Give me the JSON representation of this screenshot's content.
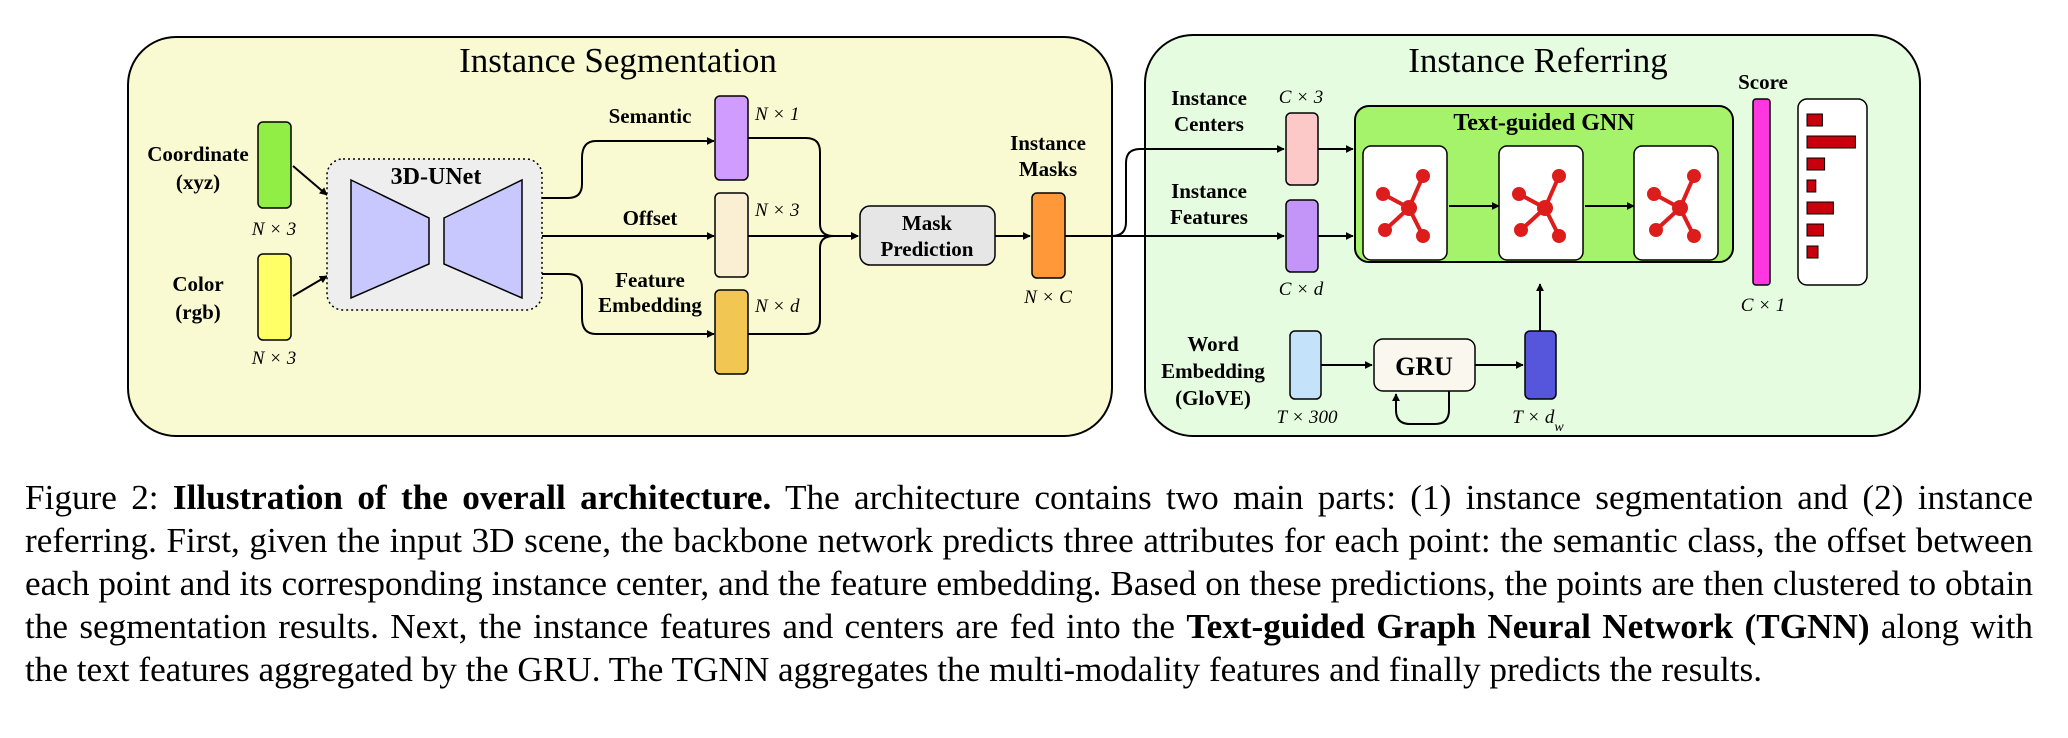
{
  "diagram": {
    "segmentation": {
      "title": "Instance Segmentation",
      "inputs": {
        "coordinate_label_1": "Coordinate",
        "coordinate_label_2": "(xyz)",
        "coordinate_dim": "N × 3",
        "color_label_1": "Color",
        "color_label_2": "(rgb)",
        "color_dim": "N × 3"
      },
      "backbone": "3D-UNet",
      "heads": {
        "semantic_label": "Semantic",
        "semantic_dim": "N × 1",
        "offset_label": "Offset",
        "offset_dim": "N × 3",
        "feature_label_1": "Feature",
        "feature_label_2": "Embedding",
        "feature_dim": "N × d"
      },
      "mask_prediction_1": "Mask",
      "mask_prediction_2": "Prediction",
      "masks_label_1": "Instance",
      "masks_label_2": "Masks",
      "masks_dim": "N × C"
    },
    "referring": {
      "title": "Instance Referring",
      "centers_label_1": "Instance",
      "centers_label_2": "Centers",
      "centers_dim": "C × 3",
      "features_label_1": "Instance",
      "features_label_2": "Features",
      "features_dim": "C × d",
      "gnn_title": "Text-guided GNN",
      "word_label_1": "Word",
      "word_label_2": "Embedding",
      "word_label_3": "(GloVE)",
      "word_dim": "T × 300",
      "gru": "GRU",
      "gru_out_dim": "T × d_w",
      "score_label": "Score",
      "score_dim": "C × 1",
      "score_bars": [
        0.28,
        0.88,
        0.32,
        0.16,
        0.48,
        0.3,
        0.2
      ]
    },
    "colors": {
      "seg_panel": "#fafad2",
      "ref_panel": "#e6fce0",
      "gnn_panel": "#a5f36b",
      "coordinate": "#90ee45",
      "color": "#ffff66",
      "unet": "#c8c8ff",
      "semantic": "#d09cff",
      "offset": "#fbefd3",
      "feature": "#f2c652",
      "masks": "#ff9838",
      "centers": "#fcc8c8",
      "features": "#c495f9",
      "word": "#c4e3fa",
      "gru_out": "#5656dc",
      "score": "#ff37e0",
      "bars": "#c8000e",
      "graph_nodes": "#dd1c1c"
    }
  },
  "caption": {
    "figure_label": "Figure 2: ",
    "bold_title": "Illustration of the overall architecture.",
    "text_1": " The architecture contains two main parts: (1) instance segmentation and (2) instance referring. First, given the input 3D scene, the backbone network predicts three attributes for each point: the semantic class, the offset between each point and its corresponding instance center, and the feature embedding. Based on these predictions, the points are then clustered to obtain the segmentation results. Next, the instance features and centers are fed into the ",
    "bold_tgnn": "Text-guided Graph Neural Network (TGNN)",
    "text_2": " along with the text features aggregated by the GRU. The TGNN aggregates the multi-modality features and finally predicts the results."
  }
}
